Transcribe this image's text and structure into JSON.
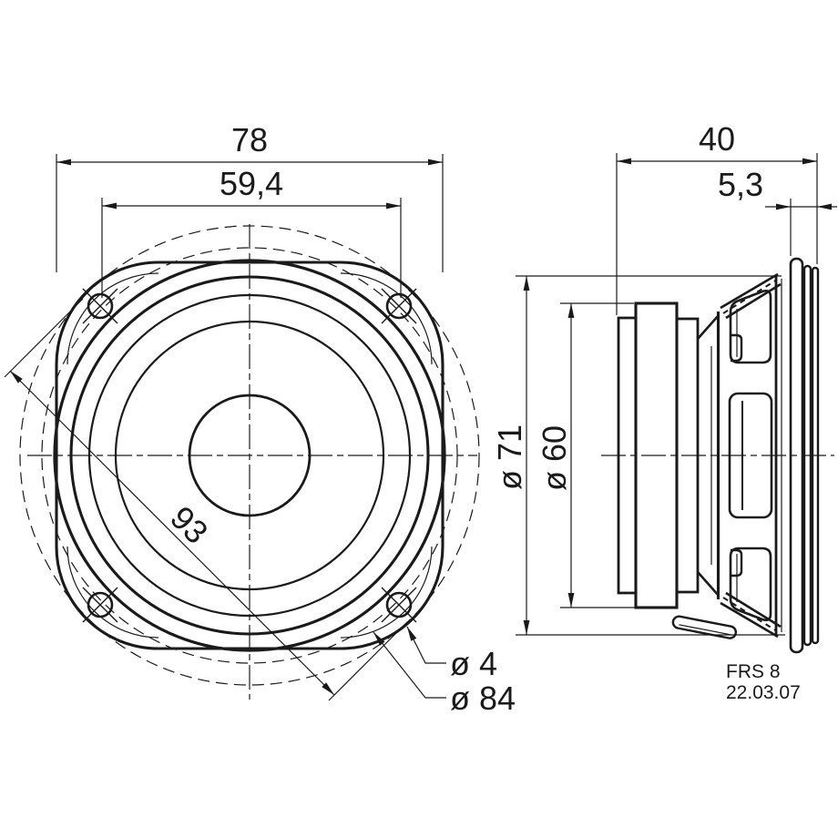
{
  "drawing_type": "technical-dimension-drawing",
  "front_view": {
    "overall_width": "78",
    "hole_spacing": "59,4",
    "diagonal": "93",
    "hole_diameter": "ø 4",
    "bolt_circle_diameter": "ø 84"
  },
  "side_view": {
    "depth": "40",
    "flange_depth": "5,3",
    "outer_diameter": "ø 71",
    "magnet_diameter": "ø 60"
  },
  "title_block": {
    "model": "FRS 8",
    "date": "22.03.07"
  },
  "colors": {
    "line": "#1a1a1a",
    "background": "#ffffff"
  }
}
